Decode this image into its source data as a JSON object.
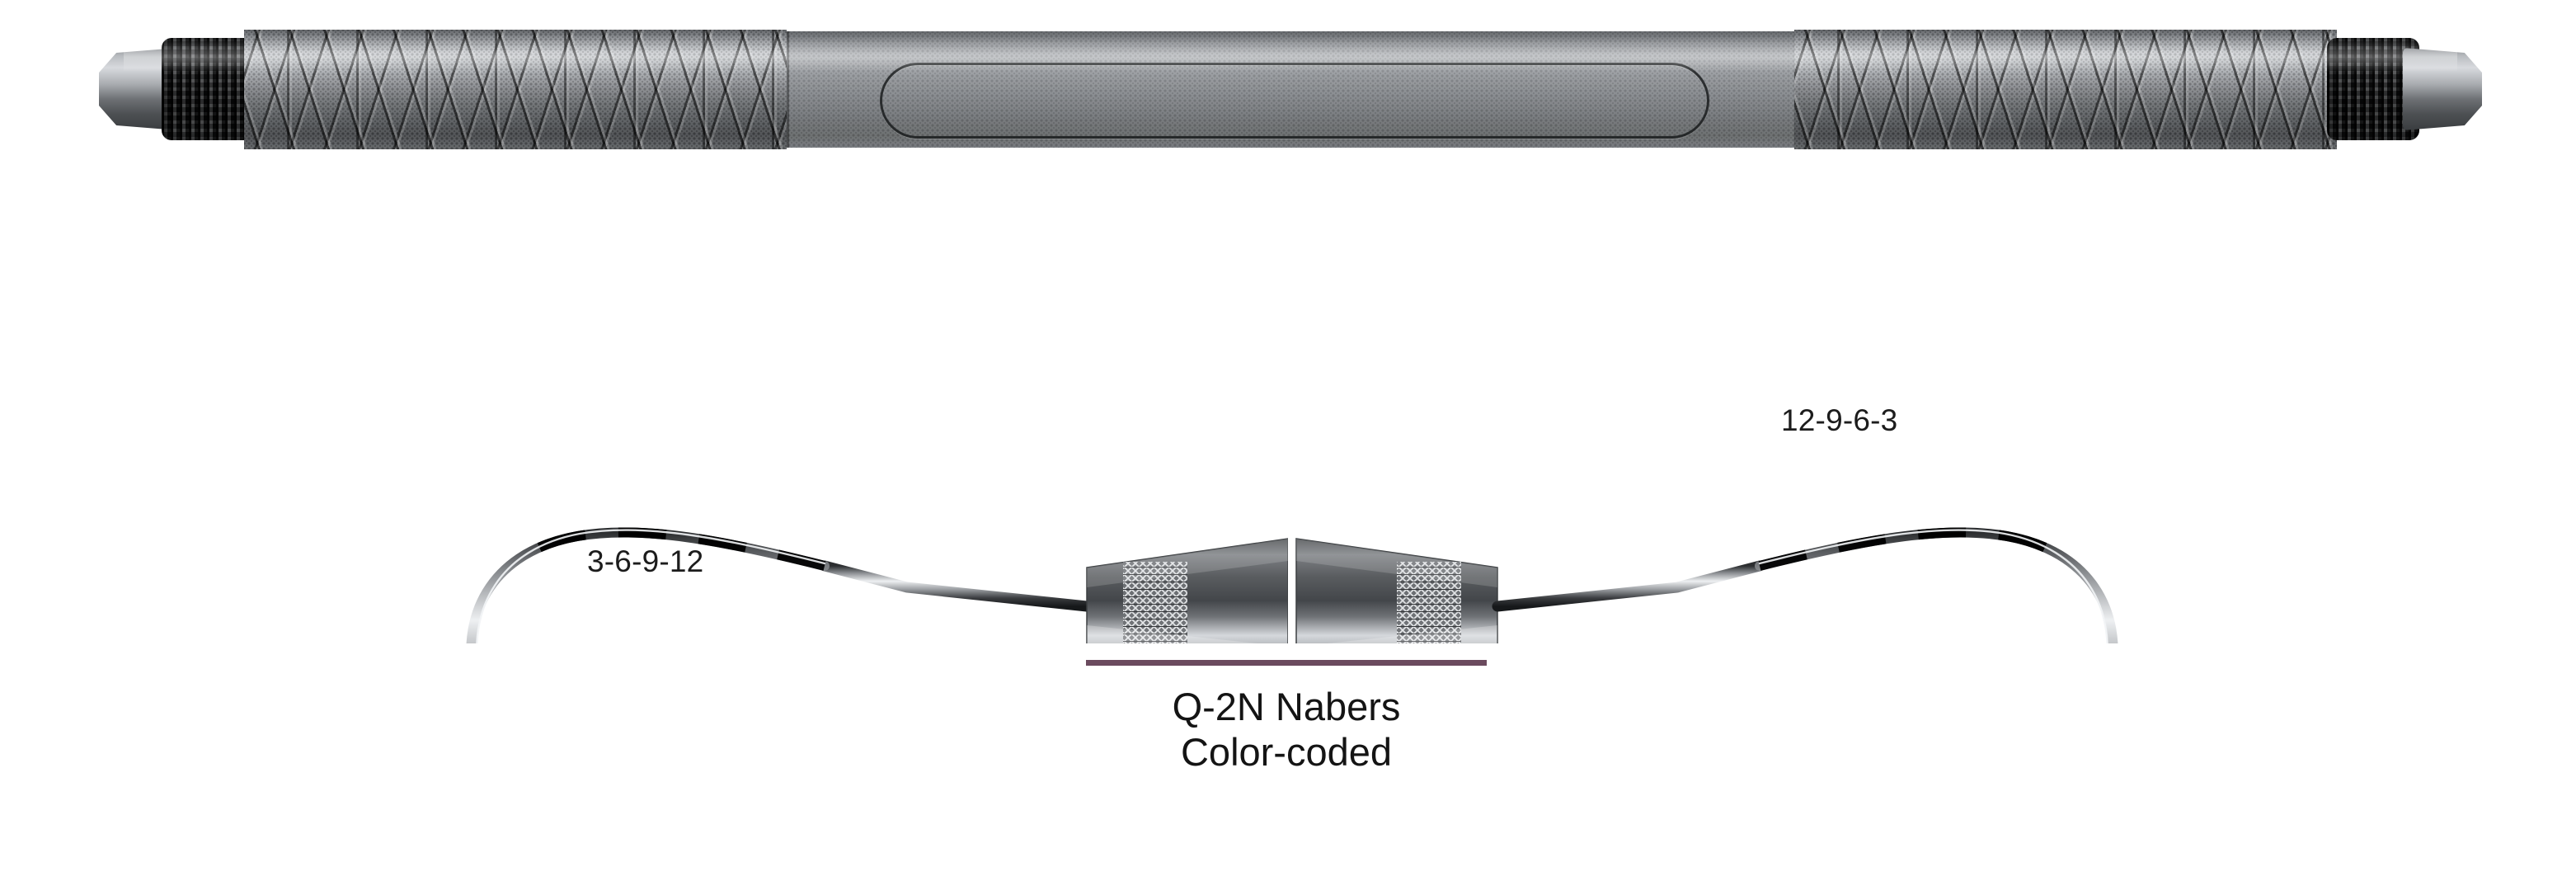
{
  "product": {
    "name": "Q-2N Nabers",
    "subtitle": "Color-coded",
    "rule_color": "#6B4A5E"
  },
  "handle": {
    "type": "double-ended-metal-handle",
    "finish": "satin-stainless",
    "left_end_cap": "tapered-metal-tip",
    "right_end_cap": "tapered-metal-tip",
    "left_collar": "black-ribbed-collar",
    "right_collar": "black-ribbed-collar",
    "left_grip": "cross-hatch-knurled-grip",
    "right_grip": "cross-hatch-knurled-grip",
    "center_band": "satin-center-band",
    "cartouche": "engraved-rounded-rectangle-panel"
  },
  "working_ends": {
    "left": {
      "label": "3-6-9-12",
      "shape": "curved-nabers-probe",
      "markings": "color-coded-bands"
    },
    "right": {
      "label": "12-9-6-3",
      "shape": "curved-nabers-probe",
      "markings": "color-coded-bands"
    },
    "collar_left": "knurled-tapered-collar",
    "collar_right": "knurled-tapered-collar"
  },
  "colors": {
    "metal_light": "#C9CCD0",
    "metal_mid": "#8A8D91",
    "metal_dark": "#3C3F42",
    "band_black": "#111214",
    "background": "#FFFFFF",
    "text": "#1C1C1C"
  }
}
